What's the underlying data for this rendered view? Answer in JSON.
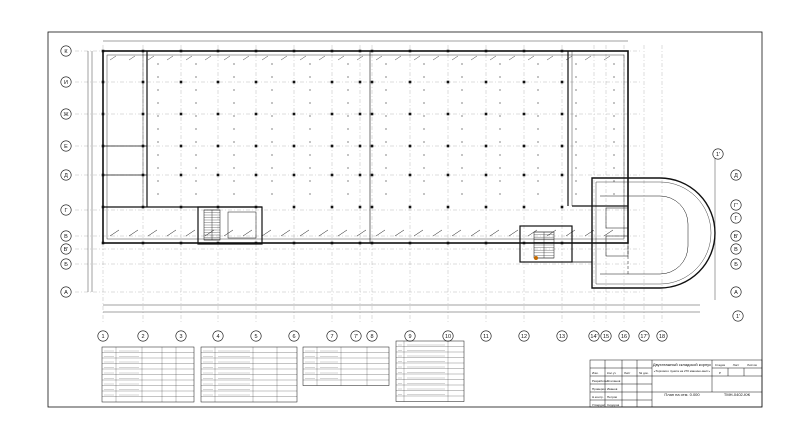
{
  "drawing": {
    "row_axes": [
      "К",
      "И",
      "Ж",
      "Е",
      "Д",
      "Г",
      "В",
      "В'",
      "Б",
      "А"
    ],
    "row_axes_right": [
      "Д",
      "Г'",
      "Г",
      "В'",
      "В",
      "Б",
      "А"
    ],
    "column_axes": [
      "1",
      "2",
      "3",
      "4",
      "5",
      "6",
      "7",
      "7'",
      "8",
      "9",
      "10",
      "11",
      "12",
      "13",
      "14'",
      "15",
      "16",
      "17'",
      "18"
    ],
    "right_extra_axis": "1'",
    "title_block": {
      "title_line1": "Двухэтажный складской корпус",
      "title_line2": "«Торгового пункта на 270 машино-мест»",
      "sheet_title": "План на отм. 0.000",
      "code": "ТМН-0402-КЖ",
      "stage_label": "Стадия",
      "sheet_label": "Лист",
      "sheets_label": "Листов",
      "stage_value": "Р",
      "header_cols": [
        "Изм.",
        "Кол.уч",
        "Лист",
        "№ док.",
        "Подп.",
        "Дата"
      ],
      "roles": [
        "Разработал",
        "Проверил",
        "Н.контр.",
        "Утвердил"
      ],
      "names": [
        "Степанов",
        "Иванов",
        "Петров",
        "Сидоров"
      ]
    }
  }
}
